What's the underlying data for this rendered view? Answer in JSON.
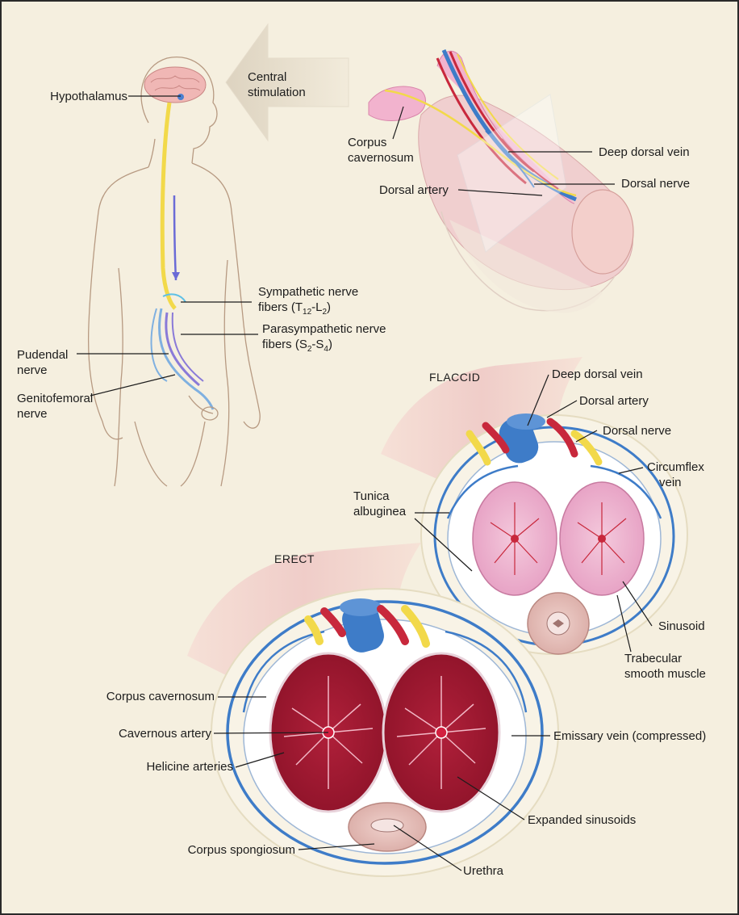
{
  "top_labels": {
    "hypothalamus": "Hypothalamus",
    "central_stimulation_1": "Central",
    "central_stimulation_2": "stimulation",
    "sympathetic_1": "Sympathetic nerve",
    "sympathetic_2a": "fibers (T",
    "sympathetic_sub1": "12",
    "sympathetic_mid": "-L",
    "sympathetic_sub2": "2",
    "sympathetic_end": ")",
    "parasympathetic_1": "Parasympathetic nerve",
    "parasympathetic_2a": "fibers (S",
    "parasympathetic_sub1": "2",
    "parasympathetic_mid": "-S",
    "parasympathetic_sub2": "4",
    "parasympathetic_end": ")",
    "pudendal_1": "Pudendal",
    "pudendal_2": "nerve",
    "genitofemoral_1": "Genitofemoral",
    "genitofemoral_2": "nerve"
  },
  "penis_labels": {
    "corpus_cavernosum_1": "Corpus",
    "corpus_cavernosum_2": "cavernosum",
    "deep_dorsal_vein": "Deep dorsal vein",
    "dorsal_nerve": "Dorsal nerve",
    "dorsal_artery": "Dorsal artery"
  },
  "flaccid_labels": {
    "heading": "FLACCID",
    "deep_dorsal_vein": "Deep dorsal vein",
    "dorsal_artery": "Dorsal artery",
    "dorsal_nerve": "Dorsal nerve",
    "circumflex_1": "Circumflex",
    "circumflex_2": "vein",
    "tunica_1": "Tunica",
    "tunica_2": "albuginea",
    "sinusoid": "Sinusoid",
    "trabecular_1": "Trabecular",
    "trabecular_2": "smooth muscle"
  },
  "erect_labels": {
    "heading": "ERECT",
    "corpus_cavernosum": "Corpus cavernosum",
    "cavernous_artery": "Cavernous artery",
    "helicine_arteries": "Helicine arteries",
    "corpus_spongiosum": "Corpus spongiosum",
    "urethra": "Urethra",
    "emissary_vein": "Emissary vein (compressed)",
    "expanded_sinusoids": "Expanded sinusoids"
  },
  "colors": {
    "background": "#f5efdf",
    "nerve": "#f2d94a",
    "artery": "#c8283c",
    "vein": "#3e7cc8",
    "flaccid_tissue": "#e9a9c9",
    "erect_tissue": "#a3182e",
    "skin": "#f1d4d0"
  }
}
